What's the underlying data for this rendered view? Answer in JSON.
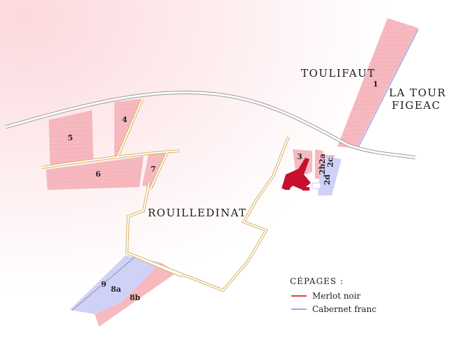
{
  "places": {
    "toulifaut": "TOULIFAUT",
    "la_tour_figeac_1": "LA TOUR",
    "la_tour_figeac_2": "FIGEAC",
    "rouilledinat": "ROUILLEDINAT"
  },
  "parcels": [
    "1",
    "2a",
    "2b",
    "2c",
    "2d",
    "3",
    "4",
    "5",
    "6",
    "7",
    "8a",
    "8b",
    "9"
  ],
  "legend": {
    "title": "CÉPAGES :",
    "items": [
      {
        "label": "Merlot noir",
        "color": "#e0404a"
      },
      {
        "label": "Cabernet franc",
        "color": "#9fa7e6"
      }
    ]
  },
  "colors": {
    "merlot_fill": "#f6b9bf",
    "merlot_dark": "#c8102e",
    "cabernet_fill": "#cfd1f7",
    "road": "#9a9a9a",
    "path": "#e3c67a"
  }
}
